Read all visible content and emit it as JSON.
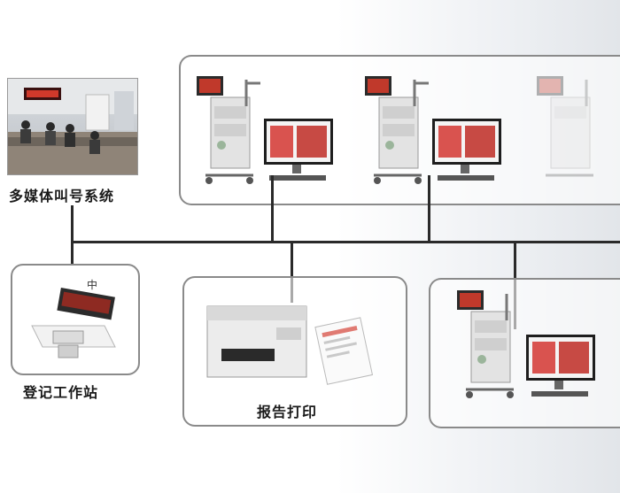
{
  "labels": {
    "calling_system": "多媒体叫号系统",
    "registration": "登记工作站",
    "report_print": "报告打印"
  },
  "colors": {
    "line": "#2a2a2a",
    "border": "#8a8a8a",
    "display_red": "#c0392b",
    "screen_red": "#d9534f"
  }
}
